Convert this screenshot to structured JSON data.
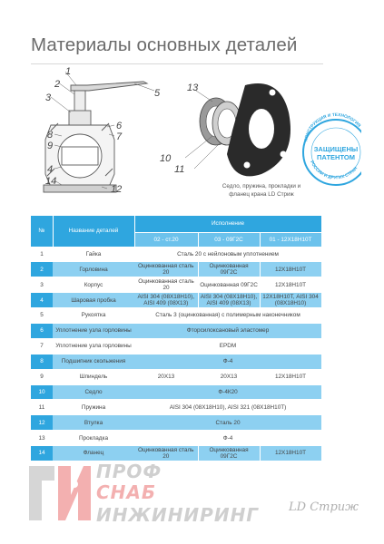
{
  "page": {
    "title": "Материалы основных деталей"
  },
  "figure": {
    "callouts_left": [
      "1",
      "2",
      "3",
      "8",
      "9",
      "4",
      "14",
      "5",
      "6",
      "7",
      "12"
    ],
    "callouts_right": [
      "13",
      "10",
      "11"
    ],
    "caption_line1": "Седло, пружина, прокладки и",
    "caption_line2": "фланец крана LD Стриж",
    "stamp": {
      "arc_top": "КОНСТРУКЦИЯ И ТЕХНОЛОГИЯ",
      "line1": "ЗАЩИЩЕНЫ",
      "line2": "ПАТЕНТОМ",
      "arc_bottom": "РОССИИ И ДРУГИХ СТРАН"
    },
    "colors": {
      "drawing": "#5a5a5a",
      "seal": "#2a2a2a",
      "stamp": "#2fa6df"
    }
  },
  "table": {
    "header": {
      "num": "№",
      "name": "Название деталей",
      "execution": "Исполнение",
      "cols": [
        "02 - ст.20",
        "03 - 09Г2С",
        "01 - 12Х18Н10Т"
      ]
    },
    "rows": [
      {
        "num": "1",
        "name": "Гайка",
        "span": "Сталь 20 с нейлоновым уплотнением",
        "hl": false
      },
      {
        "num": "2",
        "name": "Горловина",
        "cells": [
          "Оцинкованная сталь 20",
          "Оцинкованная 09Г2С",
          "12Х18Н10Т"
        ],
        "hl": true
      },
      {
        "num": "3",
        "name": "Корпус",
        "cells": [
          "Оцинкованная сталь 20",
          "Оцинкованная 09Г2С",
          "12Х18Н10Т"
        ],
        "hl": false
      },
      {
        "num": "4",
        "name": "Шаровая пробка",
        "cells": [
          "AISI 304 (08Х18Н10), AISI 409 (08Х13)",
          "AISI 304 (08Х18Н10), AISI 409 (08Х13)",
          "12Х18Н10Т, AISI 304 (08Х18Н10)"
        ],
        "hl": true
      },
      {
        "num": "5",
        "name": "Рукоятка",
        "span": "Сталь 3 (оцинкованная) с полимерным наконечником",
        "hl": false
      },
      {
        "num": "6",
        "name": "Уплотнение узла горловины",
        "span": "Фторсилоксановый эластомер",
        "hl": true
      },
      {
        "num": "7",
        "name": "Уплотнение узла горловины",
        "span": "EPDM",
        "hl": false
      },
      {
        "num": "8",
        "name": "Подшипник скольжения",
        "span": "Ф-4",
        "hl": true
      },
      {
        "num": "9",
        "name": "Шпиндель",
        "cells": [
          "20Х13",
          "20Х13",
          "12Х18Н10Т"
        ],
        "hl": false
      },
      {
        "num": "10",
        "name": "Седло",
        "span": "Ф-4К20",
        "hl": true
      },
      {
        "num": "11",
        "name": "Пружина",
        "span": "AISI 304 (08Х18Н10), AISI 321 (08Х18Н10Т)",
        "hl": false
      },
      {
        "num": "12",
        "name": "Втулка",
        "span": "Сталь 20",
        "hl": true
      },
      {
        "num": "13",
        "name": "Прокладка",
        "span": "Ф-4",
        "hl": false
      },
      {
        "num": "14",
        "name": "Фланец",
        "cells": [
          "Оцинкованная сталь 20",
          "Оцинкованная 09Г2С",
          "12Х18Н10Т"
        ],
        "hl": true
      }
    ]
  },
  "footer": {
    "brand_line1": "ПРОФ",
    "brand_line2": "СНАБ",
    "brand_line3": "ИНЖИНИРИНГ",
    "partner_mark": "LD Стриж",
    "colors": {
      "gray": "#cfcfcf",
      "red": "#f3b0b0"
    }
  }
}
